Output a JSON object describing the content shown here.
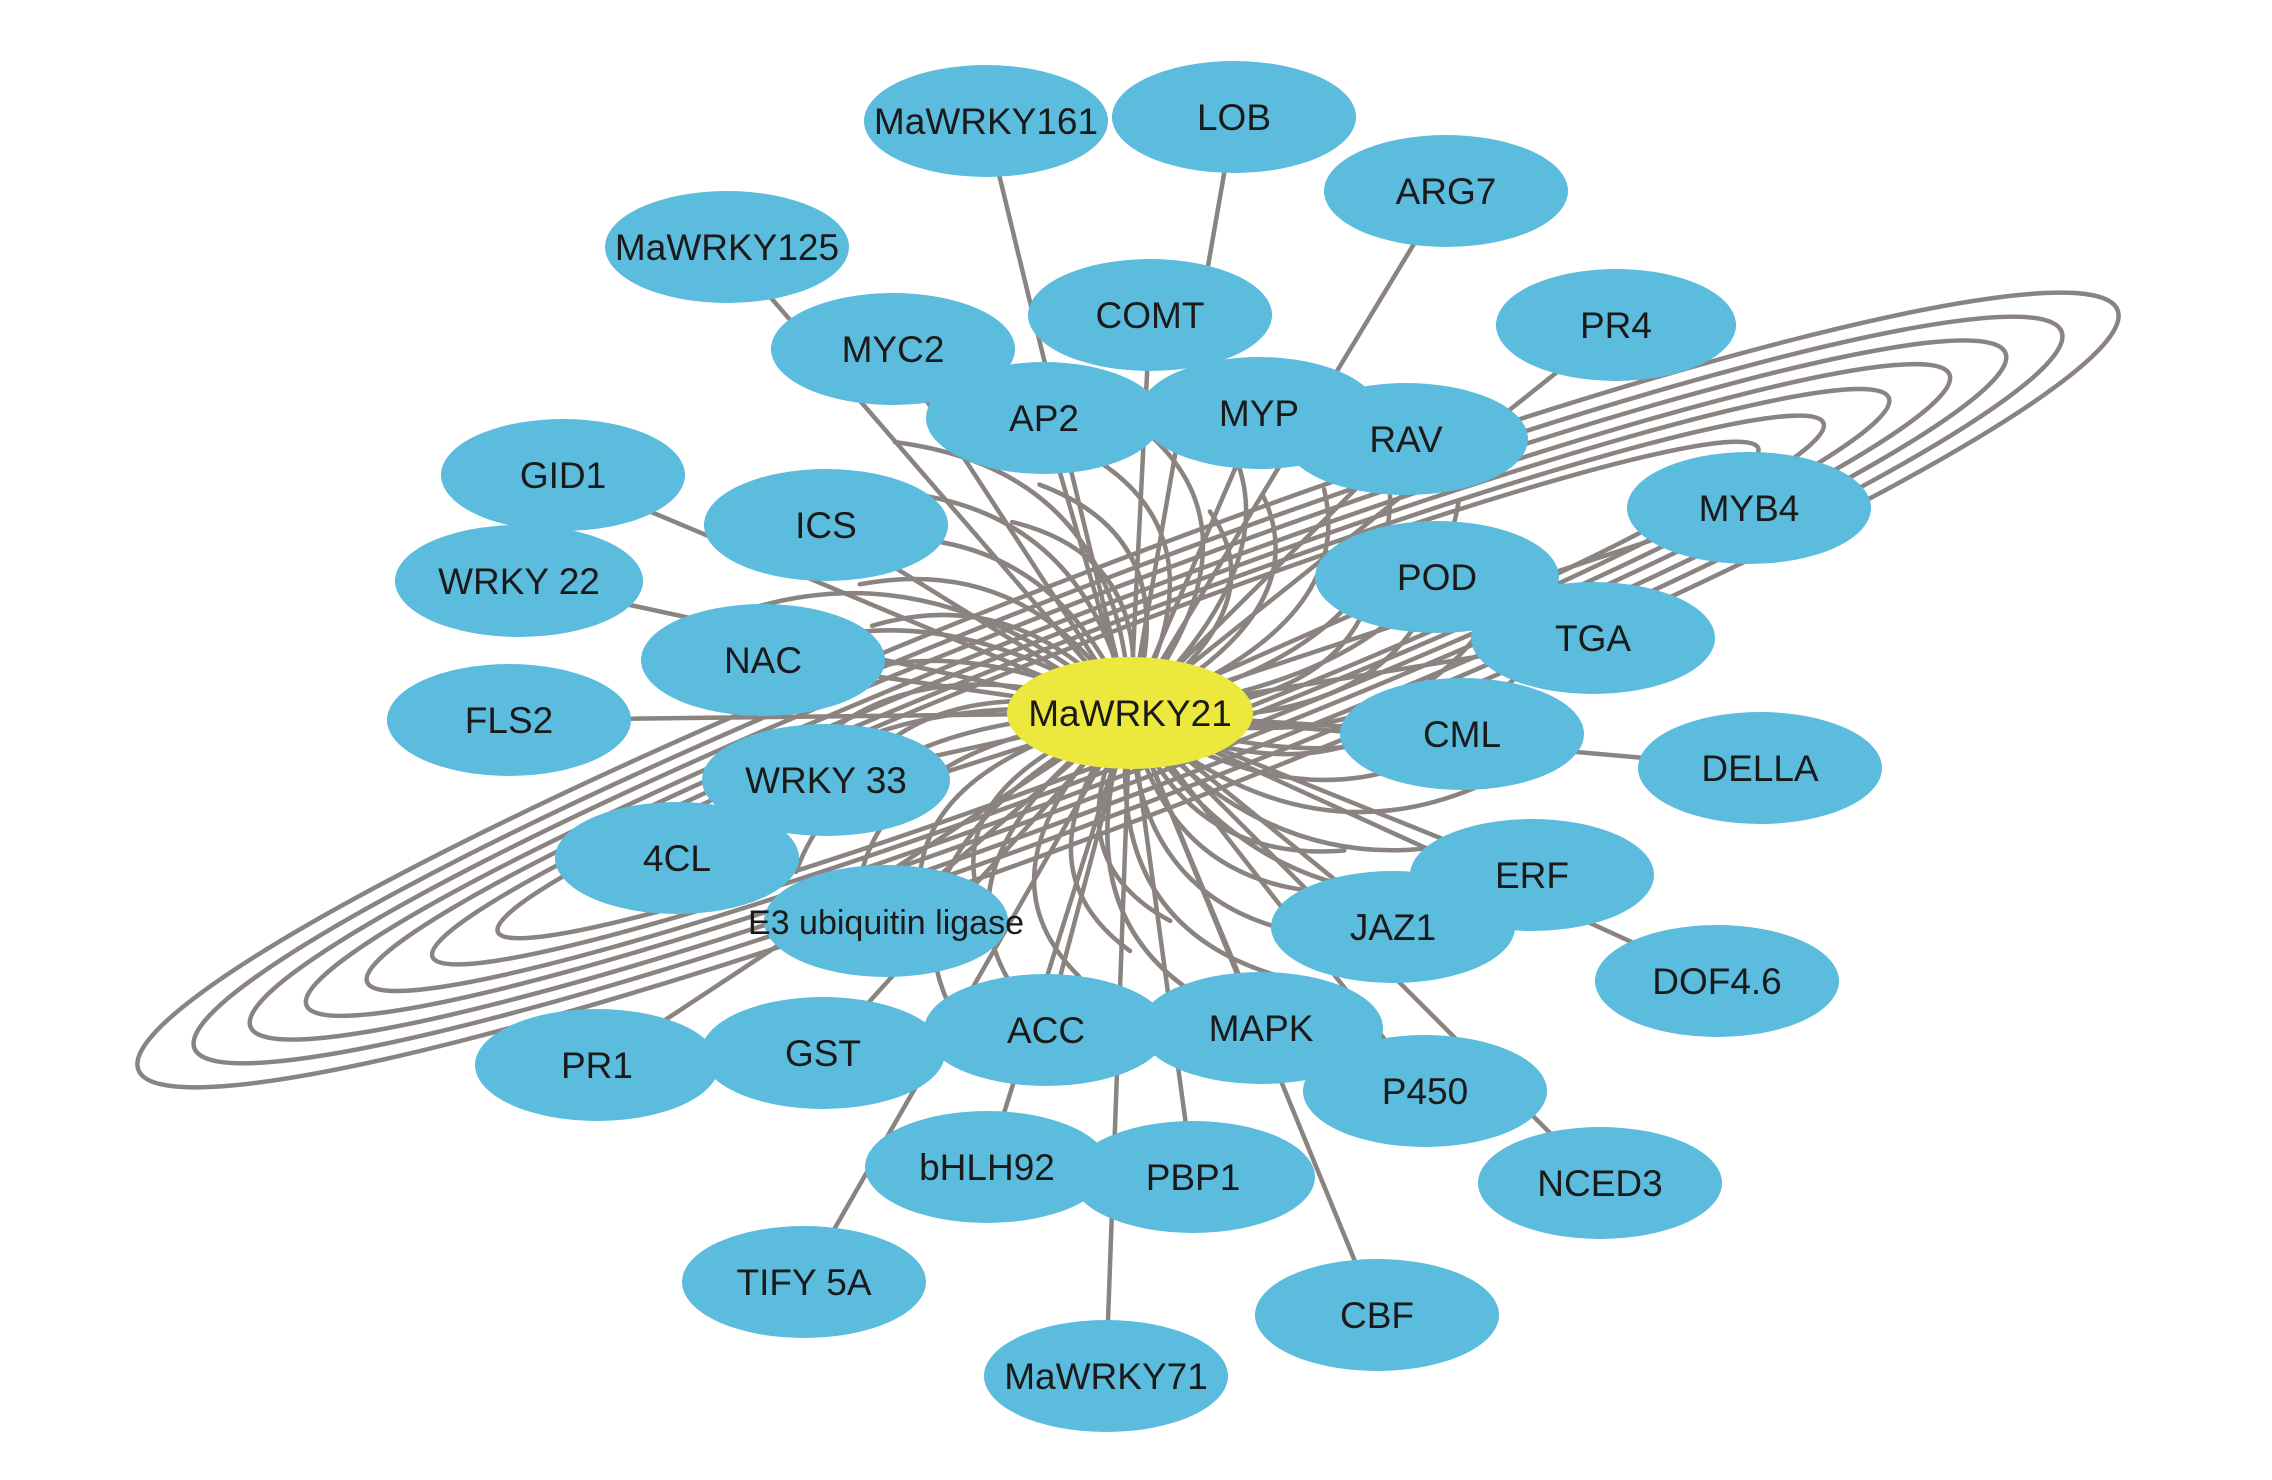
{
  "colors": {
    "node_fill": "#5bbcdd",
    "center_fill": "#ece83e",
    "edge_stroke": "#8a8380",
    "label": "#1a1a1a"
  },
  "center": {
    "id": "MaWRKY21",
    "label": "MaWRKY21"
  },
  "nodes": [
    {
      "id": "MaWRKY161",
      "label": "MaWRKY161"
    },
    {
      "id": "LOB",
      "label": "LOB"
    },
    {
      "id": "ARG7",
      "label": "ARG7"
    },
    {
      "id": "MaWRKY125",
      "label": "MaWRKY125"
    },
    {
      "id": "COMT",
      "label": "COMT"
    },
    {
      "id": "PR4",
      "label": "PR4"
    },
    {
      "id": "MYC2",
      "label": "MYC2"
    },
    {
      "id": "AP2",
      "label": "AP2"
    },
    {
      "id": "MYP",
      "label": "MYP"
    },
    {
      "id": "RAV",
      "label": "RAV"
    },
    {
      "id": "GID1",
      "label": "GID1"
    },
    {
      "id": "ICS",
      "label": "ICS"
    },
    {
      "id": "MYB4",
      "label": "MYB4"
    },
    {
      "id": "WRKY22",
      "label": "WRKY 22"
    },
    {
      "id": "POD",
      "label": "POD"
    },
    {
      "id": "TGA",
      "label": "TGA"
    },
    {
      "id": "NAC",
      "label": "NAC"
    },
    {
      "id": "FLS2",
      "label": "FLS2"
    },
    {
      "id": "CML",
      "label": "CML"
    },
    {
      "id": "DELLA",
      "label": "DELLA"
    },
    {
      "id": "WRKY33",
      "label": "WRKY 33"
    },
    {
      "id": "4CL",
      "label": "4CL"
    },
    {
      "id": "ERF",
      "label": "ERF"
    },
    {
      "id": "E3",
      "label": "E3 ubiquitin ligase"
    },
    {
      "id": "JAZ1",
      "label": "JAZ1"
    },
    {
      "id": "DOF46",
      "label": "DOF4.6"
    },
    {
      "id": "PR1",
      "label": "PR1"
    },
    {
      "id": "GST",
      "label": "GST"
    },
    {
      "id": "ACC",
      "label": "ACC"
    },
    {
      "id": "MAPK",
      "label": "MAPK"
    },
    {
      "id": "P450",
      "label": "P450"
    },
    {
      "id": "bHLH92",
      "label": "bHLH92"
    },
    {
      "id": "PBP1",
      "label": "PBP1"
    },
    {
      "id": "NCED3",
      "label": "NCED3"
    },
    {
      "id": "TIFY5A",
      "label": "TIFY 5A"
    },
    {
      "id": "CBF",
      "label": "CBF"
    },
    {
      "id": "MaWRKY71",
      "label": "MaWRKY71"
    }
  ],
  "edges": [
    [
      "MaWRKY21",
      "MaWRKY161"
    ],
    [
      "MaWRKY21",
      "LOB"
    ],
    [
      "MaWRKY21",
      "ARG7"
    ],
    [
      "MaWRKY21",
      "MaWRKY125"
    ],
    [
      "MaWRKY21",
      "COMT"
    ],
    [
      "MaWRKY21",
      "PR4"
    ],
    [
      "MaWRKY21",
      "MYC2"
    ],
    [
      "MaWRKY21",
      "AP2"
    ],
    [
      "MaWRKY21",
      "MYP"
    ],
    [
      "MaWRKY21",
      "RAV"
    ],
    [
      "MaWRKY21",
      "GID1"
    ],
    [
      "MaWRKY21",
      "ICS"
    ],
    [
      "MaWRKY21",
      "MYB4"
    ],
    [
      "MaWRKY21",
      "WRKY22"
    ],
    [
      "MaWRKY21",
      "POD"
    ],
    [
      "MaWRKY21",
      "TGA"
    ],
    [
      "MaWRKY21",
      "NAC"
    ],
    [
      "MaWRKY21",
      "FLS2"
    ],
    [
      "MaWRKY21",
      "CML"
    ],
    [
      "MaWRKY21",
      "DELLA"
    ],
    [
      "MaWRKY21",
      "WRKY33"
    ],
    [
      "MaWRKY21",
      "4CL"
    ],
    [
      "MaWRKY21",
      "ERF"
    ],
    [
      "MaWRKY21",
      "E3"
    ],
    [
      "MaWRKY21",
      "JAZ1"
    ],
    [
      "MaWRKY21",
      "DOF46"
    ],
    [
      "MaWRKY21",
      "PR1"
    ],
    [
      "MaWRKY21",
      "GST"
    ],
    [
      "MaWRKY21",
      "ACC"
    ],
    [
      "MaWRKY21",
      "MAPK"
    ],
    [
      "MaWRKY21",
      "P450"
    ],
    [
      "MaWRKY21",
      "bHLH92"
    ],
    [
      "MaWRKY21",
      "PBP1"
    ],
    [
      "MaWRKY21",
      "NCED3"
    ],
    [
      "MaWRKY21",
      "TIFY5A"
    ],
    [
      "MaWRKY21",
      "CBF"
    ],
    [
      "MaWRKY21",
      "MaWRKY71"
    ]
  ]
}
